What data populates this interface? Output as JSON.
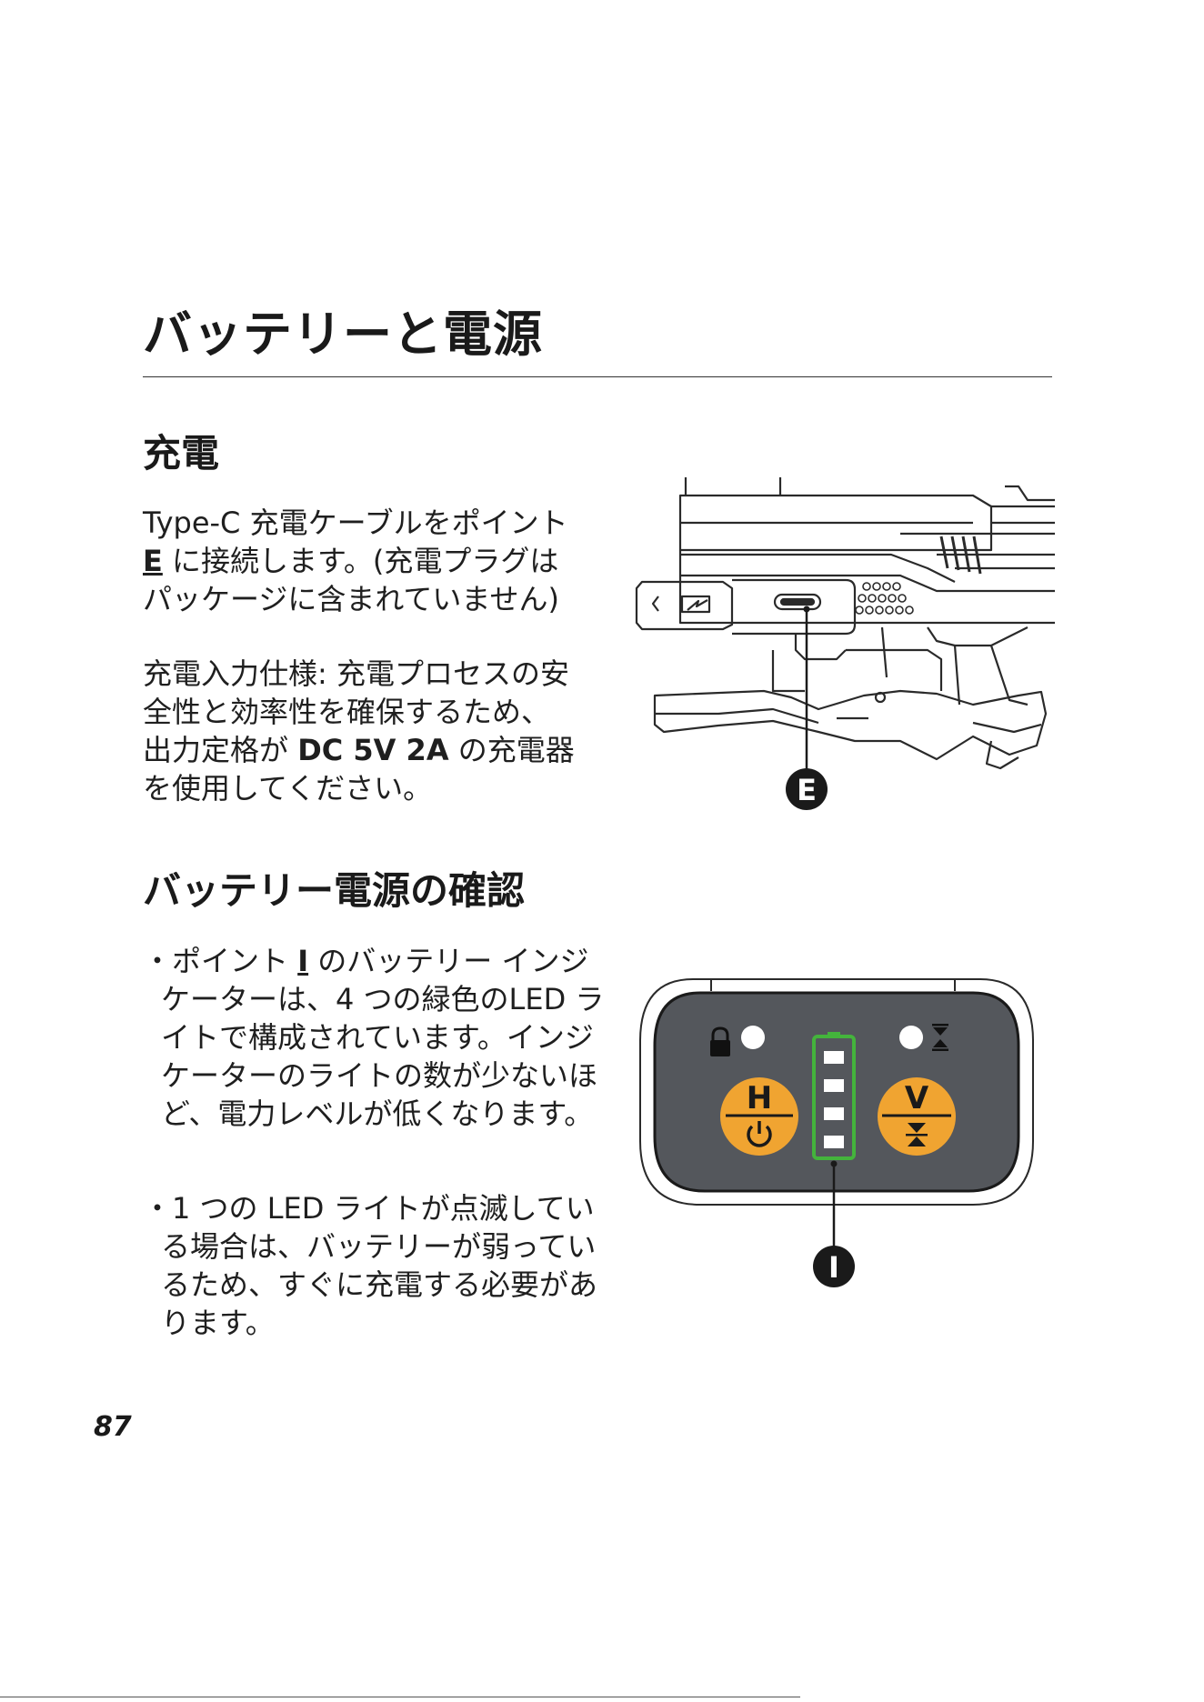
{
  "page_title": "バッテリーと電源",
  "charging": {
    "heading": "充電",
    "p1_before": "Type-C 充電ケーブルをポイント",
    "p1_point": "E",
    "p1_after": " に接続します。(充電プラグは",
    "p1_line3": "パッケージに含まれていません)",
    "p2_line1": "充電入力仕様: 充電プロセスの安",
    "p2_line2": "全性と効率性を確保するため、",
    "p2_line3_before": "出力定格が ",
    "p2_spec": "DC 5V 2A",
    "p2_line3_after": " の充電器",
    "p2_line4": "を使用してください。",
    "callout": "E"
  },
  "battery_check": {
    "heading": "バッテリー電源の確認",
    "b1_before": "・ポイント ",
    "b1_point": "I",
    "b1_after": " のバッテリー インジケーターは、4 つの緑色のLED ライトで構成されています。インジケーターのライトの数が少ないほど、電力レベルが低くなります。",
    "b2": "・1 つの LED ライトが点滅している場合は、バッテリーが弱っているため、すぐに充電する必要があります。",
    "callout": "I",
    "panel": {
      "h_label": "H",
      "v_label": "V",
      "battery_leds": 4,
      "colors": {
        "panel": "#54575c",
        "button": "#f0a431",
        "battery": "#44b43c"
      }
    }
  },
  "page_number": "87"
}
